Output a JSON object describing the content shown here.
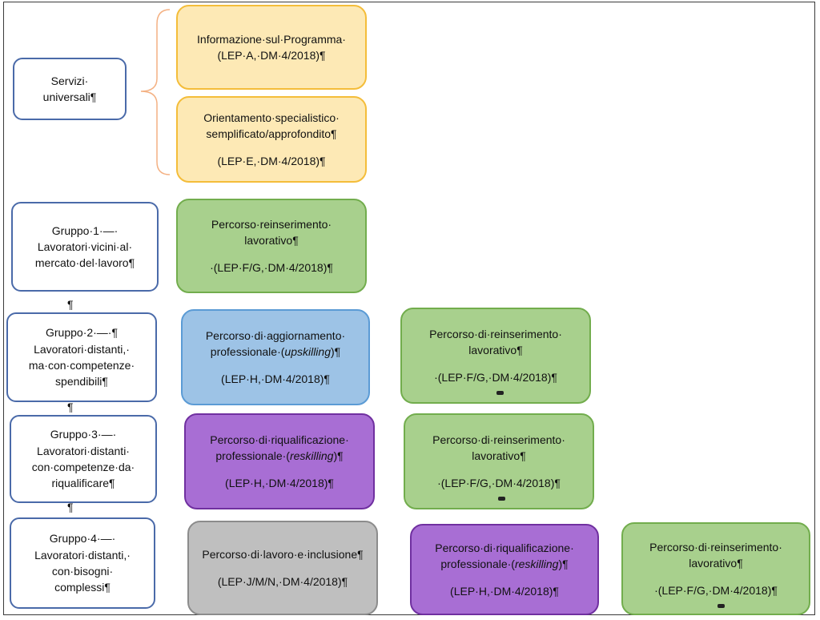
{
  "diagram": {
    "universal": {
      "label_lines": [
        "Servizi·",
        "universali¶"
      ],
      "services": [
        {
          "lines": [
            "Informazione·sul·Programma·",
            "(LEP·A,·DM·4/2018)¶"
          ]
        },
        {
          "lines": [
            "Orientamento·specialistico·",
            "semplificato/approfondito¶",
            "(LEP·E,·DM·4/2018)¶"
          ]
        }
      ]
    },
    "groups": [
      {
        "label_lines": [
          "Gruppo·1·—·",
          "Lavoratori·vicini·al·",
          "mercato·del·lavoro¶"
        ],
        "paths": [
          {
            "color": "green",
            "lines": [
              "Percorso·reinserimento·",
              "lavorativo¶",
              "·(LEP·F/G,·DM·4/2018)¶"
            ]
          }
        ]
      },
      {
        "label_lines": [
          "Gruppo·2·—·¶",
          "Lavoratori·distanti,·",
          "ma·con·competenze·",
          "spendibili¶"
        ],
        "paths": [
          {
            "color": "blue",
            "line1": "Percorso·di·aggiornamento·",
            "line2_prefix": "professionale·(",
            "line2_em": "upskilling",
            "line2_suffix": ")¶",
            "line3": "(LEP·H,·DM·4/2018)¶"
          },
          {
            "color": "green",
            "lines": [
              "Percorso·di·reinserimento·",
              "lavorativo¶",
              "·(LEP·F/G,·DM·4/2018)¶"
            ]
          }
        ]
      },
      {
        "label_lines": [
          "Gruppo·3·—·",
          "Lavoratori·distanti·",
          "con·competenze·da·",
          "riqualificare¶"
        ],
        "paths": [
          {
            "color": "purple",
            "line1": "Percorso·di·riqualificazione·",
            "line2_prefix": "professionale·(",
            "line2_em": "reskilling",
            "line2_suffix": ")¶",
            "line3": "(LEP·H,·DM·4/2018)¶"
          },
          {
            "color": "green",
            "lines": [
              "Percorso·di·reinserimento·",
              "lavorativo¶",
              "·(LEP·F/G,·DM·4/2018)¶"
            ]
          }
        ]
      },
      {
        "label_lines": [
          "Gruppo·4·—·",
          "Lavoratori·distanti,·",
          "con·bisogni·",
          "complessi¶"
        ],
        "paths": [
          {
            "color": "gray",
            "lines": [
              "Percorso·di·lavoro·e·inclusione¶",
              "(LEP·J/M/N,·DM·4/2018)¶"
            ]
          },
          {
            "color": "purple",
            "line1": "Percorso·di·riqualificazione·",
            "line2_prefix": "professionale·(",
            "line2_em": "reskilling",
            "line2_suffix": ")¶",
            "line3": "(LEP·H,·DM·4/2018)¶"
          },
          {
            "color": "green",
            "lines": [
              "Percorso·di·reinserimento·",
              "lavorativo¶",
              "·(LEP·F/G,·DM·4/2018)¶"
            ]
          }
        ]
      }
    ],
    "pilcrow": "¶",
    "colors": {
      "left_border": "#4a6aa9",
      "yellow_fill": "#fde9b5",
      "yellow_border": "#f4bd3a",
      "green_fill": "#a8d08d",
      "green_border": "#72ad4d",
      "blue_fill": "#9dc3e6",
      "blue_border": "#5b9bd5",
      "purple_fill": "#a86ed4",
      "purple_border": "#7030a0",
      "gray_fill": "#bfbfbf",
      "gray_border": "#8c8c8c",
      "brace": "#f4b183"
    }
  }
}
